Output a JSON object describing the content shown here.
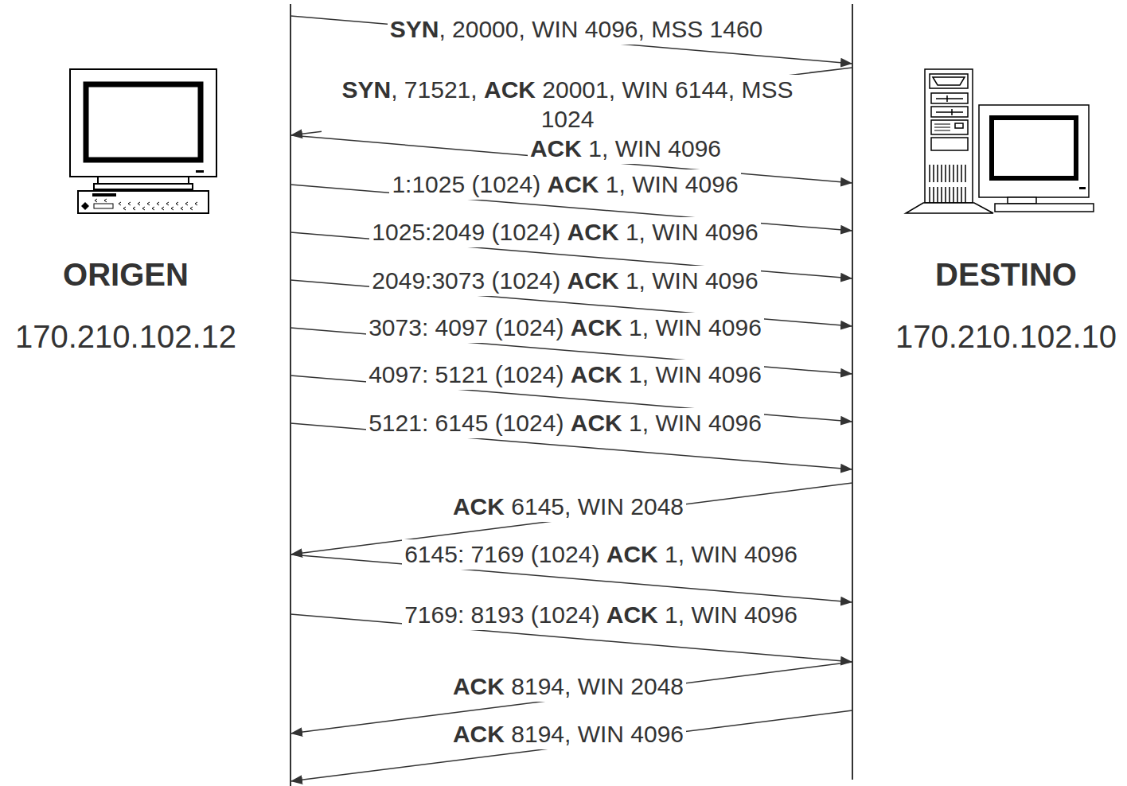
{
  "diagram": {
    "nodes": [
      {
        "text": [
          "ORIGEN",
          "170.210.102.12"
        ]
      },
      {
        "text": [
          "DESTINO",
          "170.210.102.10"
        ]
      }
    ],
    "edges": [
      {
        "from": 0,
        "to": 1,
        "arrow": "to",
        "label": "SYN, 20000, WIN 4096, MSS 1460"
      },
      {
        "from": 1,
        "to": 0,
        "arrow": "to",
        "label": "SYN, 71521, ACK 20001, WIN 6144, MSS 1024"
      },
      {
        "from": 0,
        "to": 1,
        "arrow": "to",
        "label": "ACK 1, WIN 4096"
      },
      {
        "from": 0,
        "to": 1,
        "arrow": "to",
        "label": "1:1025 (1024) ACK 1, WIN 4096"
      },
      {
        "from": 0,
        "to": 1,
        "arrow": "to",
        "label": "1025:2049 (1024) ACK 1, WIN 4096"
      },
      {
        "from": 0,
        "to": 1,
        "arrow": "to",
        "label": "2049:3073 (1024) ACK 1, WIN 4096"
      },
      {
        "from": 0,
        "to": 1,
        "arrow": "to",
        "label": "3073: 4097 (1024) ACK 1, WIN 4096"
      },
      {
        "from": 0,
        "to": 1,
        "arrow": "to",
        "label": "4097: 5121 (1024) ACK 1, WIN 4096"
      },
      {
        "from": 0,
        "to": 1,
        "arrow": "to",
        "label": "5121: 6145 (1024) ACK 1, WIN 4096"
      },
      {
        "from": 1,
        "to": 0,
        "arrow": "to",
        "label": "ACK 6145, WIN 2048"
      },
      {
        "from": 0,
        "to": 1,
        "arrow": "to",
        "label": "6145: 7169 (1024) ACK 1, WIN 4096"
      },
      {
        "from": 0,
        "to": 1,
        "arrow": "to",
        "label": "7169: 8193 (1024) ACK 1, WIN 4096"
      },
      {
        "from": 1,
        "to": 0,
        "arrow": "to",
        "label": "ACK 8194, WIN 2048"
      },
      {
        "from": 1,
        "to": 0,
        "arrow": "to",
        "label": "ACK 8194, WIN 4096"
      }
    ]
  }
}
